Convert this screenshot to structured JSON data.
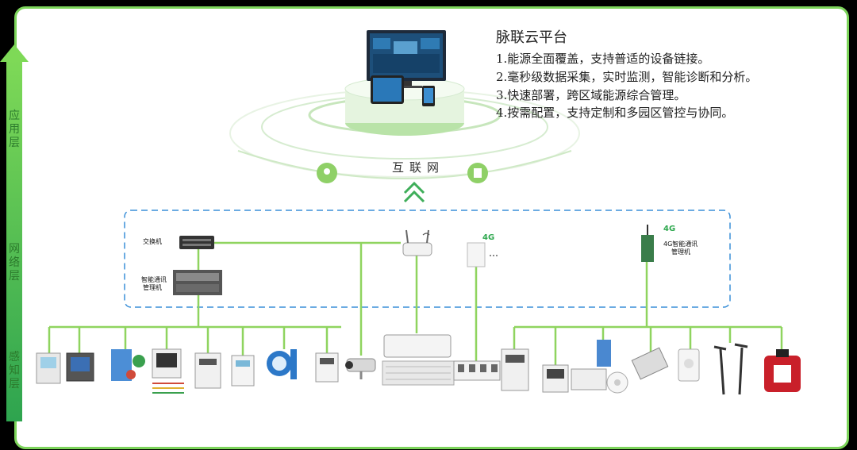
{
  "layers": {
    "application": "应用层",
    "network": "网络层",
    "perception": "感知层"
  },
  "platform": {
    "title": "脉联云平台",
    "features": [
      "1.能源全面覆盖，支持普适的设备链接。",
      "2.毫秒级数据采集，实时监测，智能诊断和分析。",
      "3.快速部署，跨区域能源综合管理。",
      "4.按需配置，支持定制和多园区管控与协同。"
    ]
  },
  "network": {
    "label": "互联网",
    "switch_label": "交换机",
    "gateway_label": [
      "智能通讯",
      "管理机"
    ],
    "g4_badge": "4G",
    "g4_gateway_label": [
      "4G智能通讯",
      "管理机"
    ]
  },
  "colors": {
    "accent": "#7ed957",
    "line": "#8fd45f",
    "dash": "#3a8fd8",
    "frame": "#7cd45a"
  }
}
